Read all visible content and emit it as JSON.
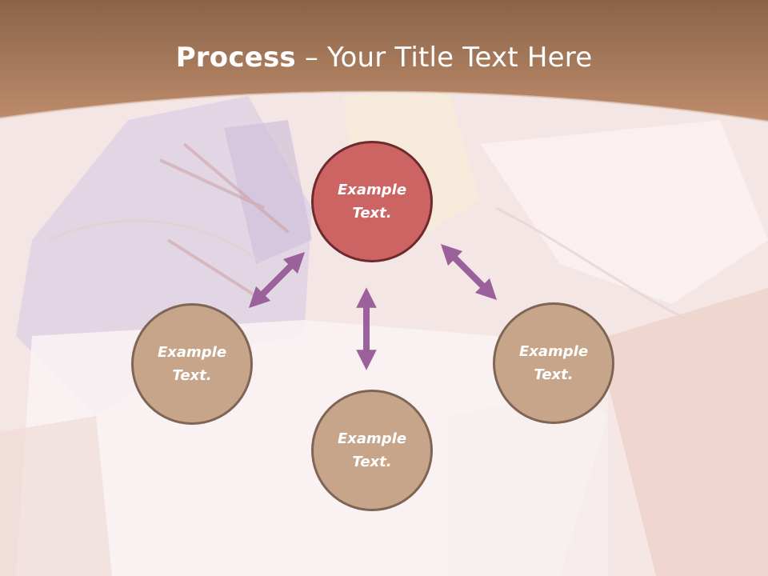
{
  "slide": {
    "title_bold": "Process",
    "title_rest": " – Your Title Text Here"
  },
  "diagram": {
    "nodes": [
      {
        "id": "top",
        "text": "Example Text."
      },
      {
        "id": "left",
        "text": "Example Text."
      },
      {
        "id": "right",
        "text": "Example Text."
      },
      {
        "id": "bottom",
        "text": "Example Text."
      }
    ]
  },
  "colors": {
    "header_brown": "#b78566",
    "top_node_fill": "#cd6464",
    "node_fill": "#c7a58a",
    "arrow": "#9b619a"
  }
}
